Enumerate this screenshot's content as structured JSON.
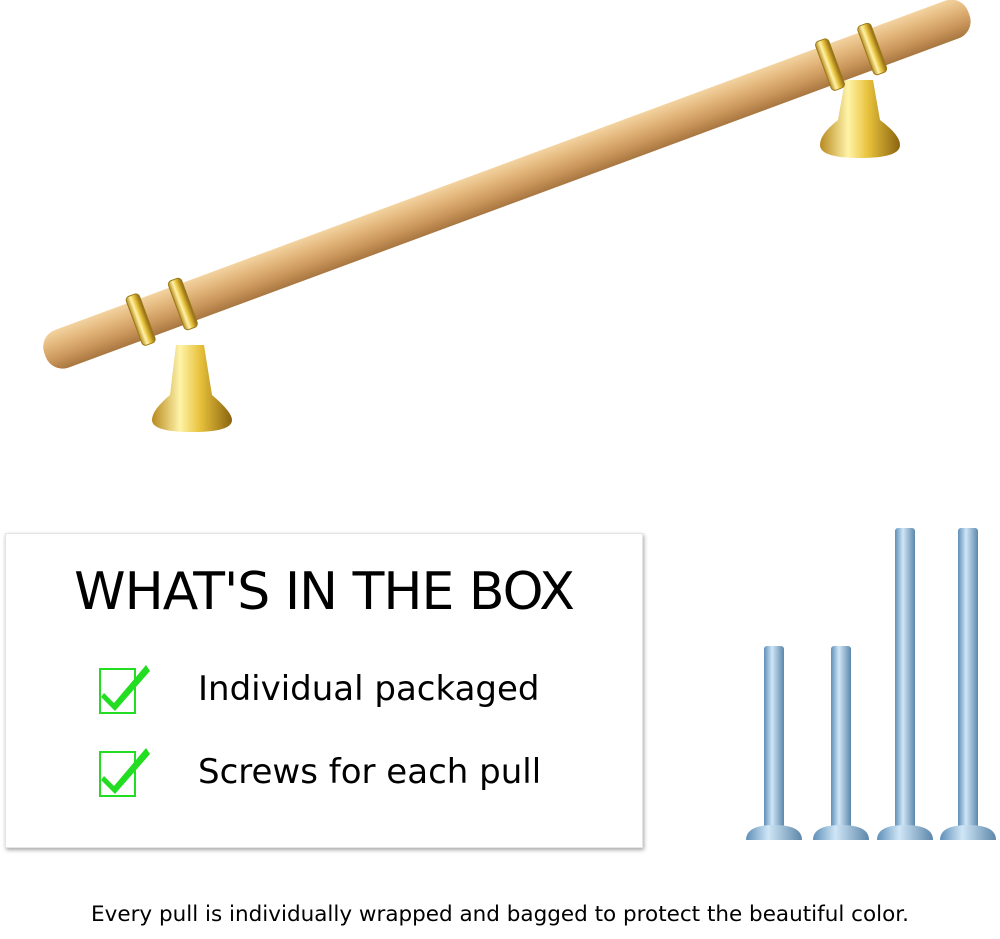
{
  "box": {
    "title": "WHAT'S IN THE BOX",
    "items": [
      {
        "label": "Individual packaged",
        "icon": "checkbox-checked-icon"
      },
      {
        "label": "Screws for each pull",
        "icon": "checkbox-checked-icon"
      }
    ]
  },
  "caption": "Every pull is individually wrapped and bagged to protect the beautiful color.",
  "colors": {
    "gold": "#d9a868",
    "brass": "#e8c94a",
    "check": "#22dd22",
    "screw": "#8fb8d8"
  }
}
